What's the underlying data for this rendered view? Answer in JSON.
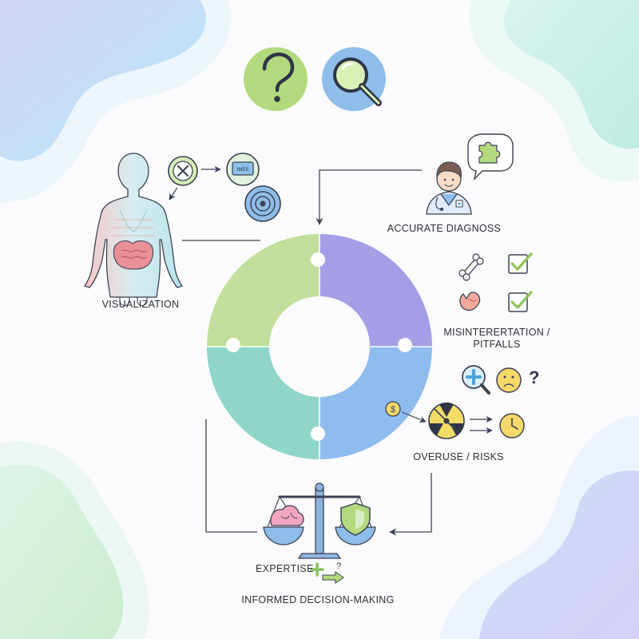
{
  "labels": {
    "visualization": "VISUALIZATION",
    "accurate_diagnosis": "ACCURATE DIAGNOSS",
    "misinterpretation_line1": "MISINTERERTATION /",
    "misinterpretation_line2": "PITFALLS",
    "overuse_risks": "OVERUSE / RISKS",
    "expertise": "EXPERTISE",
    "informed_decision": "INFORMED DECISION-MAKING",
    "screen_text": "IMES",
    "dollar": "$",
    "question_mark": "?"
  },
  "icons": {
    "top": [
      "question-icon",
      "magnifier-icon"
    ],
    "visualization": [
      "body-scan-icon",
      "x-circle-icon",
      "monitor-icon",
      "target-icon"
    ],
    "diagnosis": [
      "doctor-icon",
      "puzzle-bubble-icon"
    ],
    "pitfalls": [
      "bone-icon",
      "stomach-icon",
      "checkbox-icon"
    ],
    "overuse": [
      "medical-search-icon",
      "sad-face-icon",
      "radiation-icon",
      "coin-icon",
      "clock-icon"
    ],
    "decision": [
      "balance-scale-icon",
      "brain-icon",
      "shield-icon"
    ]
  },
  "colors": {
    "quadrant_top_left": "#c1df9a",
    "quadrant_top_right": "#a49ee6",
    "quadrant_bottom_left": "#8fd6c8",
    "quadrant_bottom_right": "#8ebcee",
    "accent_green": "#a9d47c",
    "accent_blue": "#85b9ea",
    "outline": "#3c4253"
  }
}
